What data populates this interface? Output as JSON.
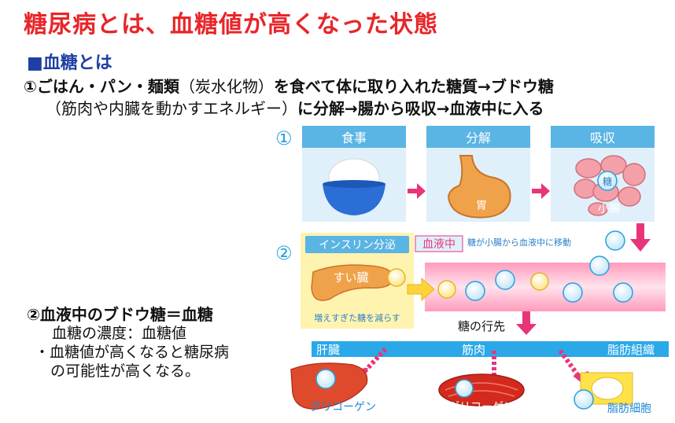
{
  "title": "糖尿病とは、血糖値が高くなった状態",
  "section": "■血糖とは",
  "point1": {
    "lead": "①ごはん・パン・麺類",
    "paren": "（炭水化物）",
    "tail": "を食べて体に取り入れた糖質→ブドウ糖",
    "note": "（筋肉や内臓を動かすエネルギー）",
    "note_tail": "に分解→腸から吸収→血液中に入る"
  },
  "point2": {
    "heading": "②血液中のブドウ糖＝血糖",
    "line1": "血糖の濃度：血糖値",
    "line2": "・血糖値が高くなると糖尿病",
    "line3": "の可能性が高くなる。"
  },
  "diagram": {
    "step1_marker": "①",
    "step2_marker": "②",
    "stage_meal": "食事",
    "stage_digest": "分解",
    "stage_absorb": "吸収",
    "stomach": "胃",
    "sugar": "糖",
    "small_intestine": "小腸",
    "insulin": "インスリン分泌",
    "pancreas": "すい臓",
    "reduce": "増えすぎた糖を減らす",
    "blood": "血液中",
    "move": "糖が小腸から血液中に移動",
    "destination": "糖の行先",
    "liver": "肝臓",
    "muscle": "筋肉",
    "fat_tissue": "脂肪組織",
    "glycogen1": "グリコーゲン",
    "glycogen2": "グリコーゲン",
    "fat_cell": "脂肪細胞"
  },
  "colors": {
    "title": "#e8262a",
    "section": "#1f3fa3",
    "header_blue": "#5ab4e4",
    "panel_blue": "#dff0fb",
    "arrow_pink": "#e8357a",
    "yellow": "#fff3b0",
    "dest_bar": "#2aa8e8"
  }
}
